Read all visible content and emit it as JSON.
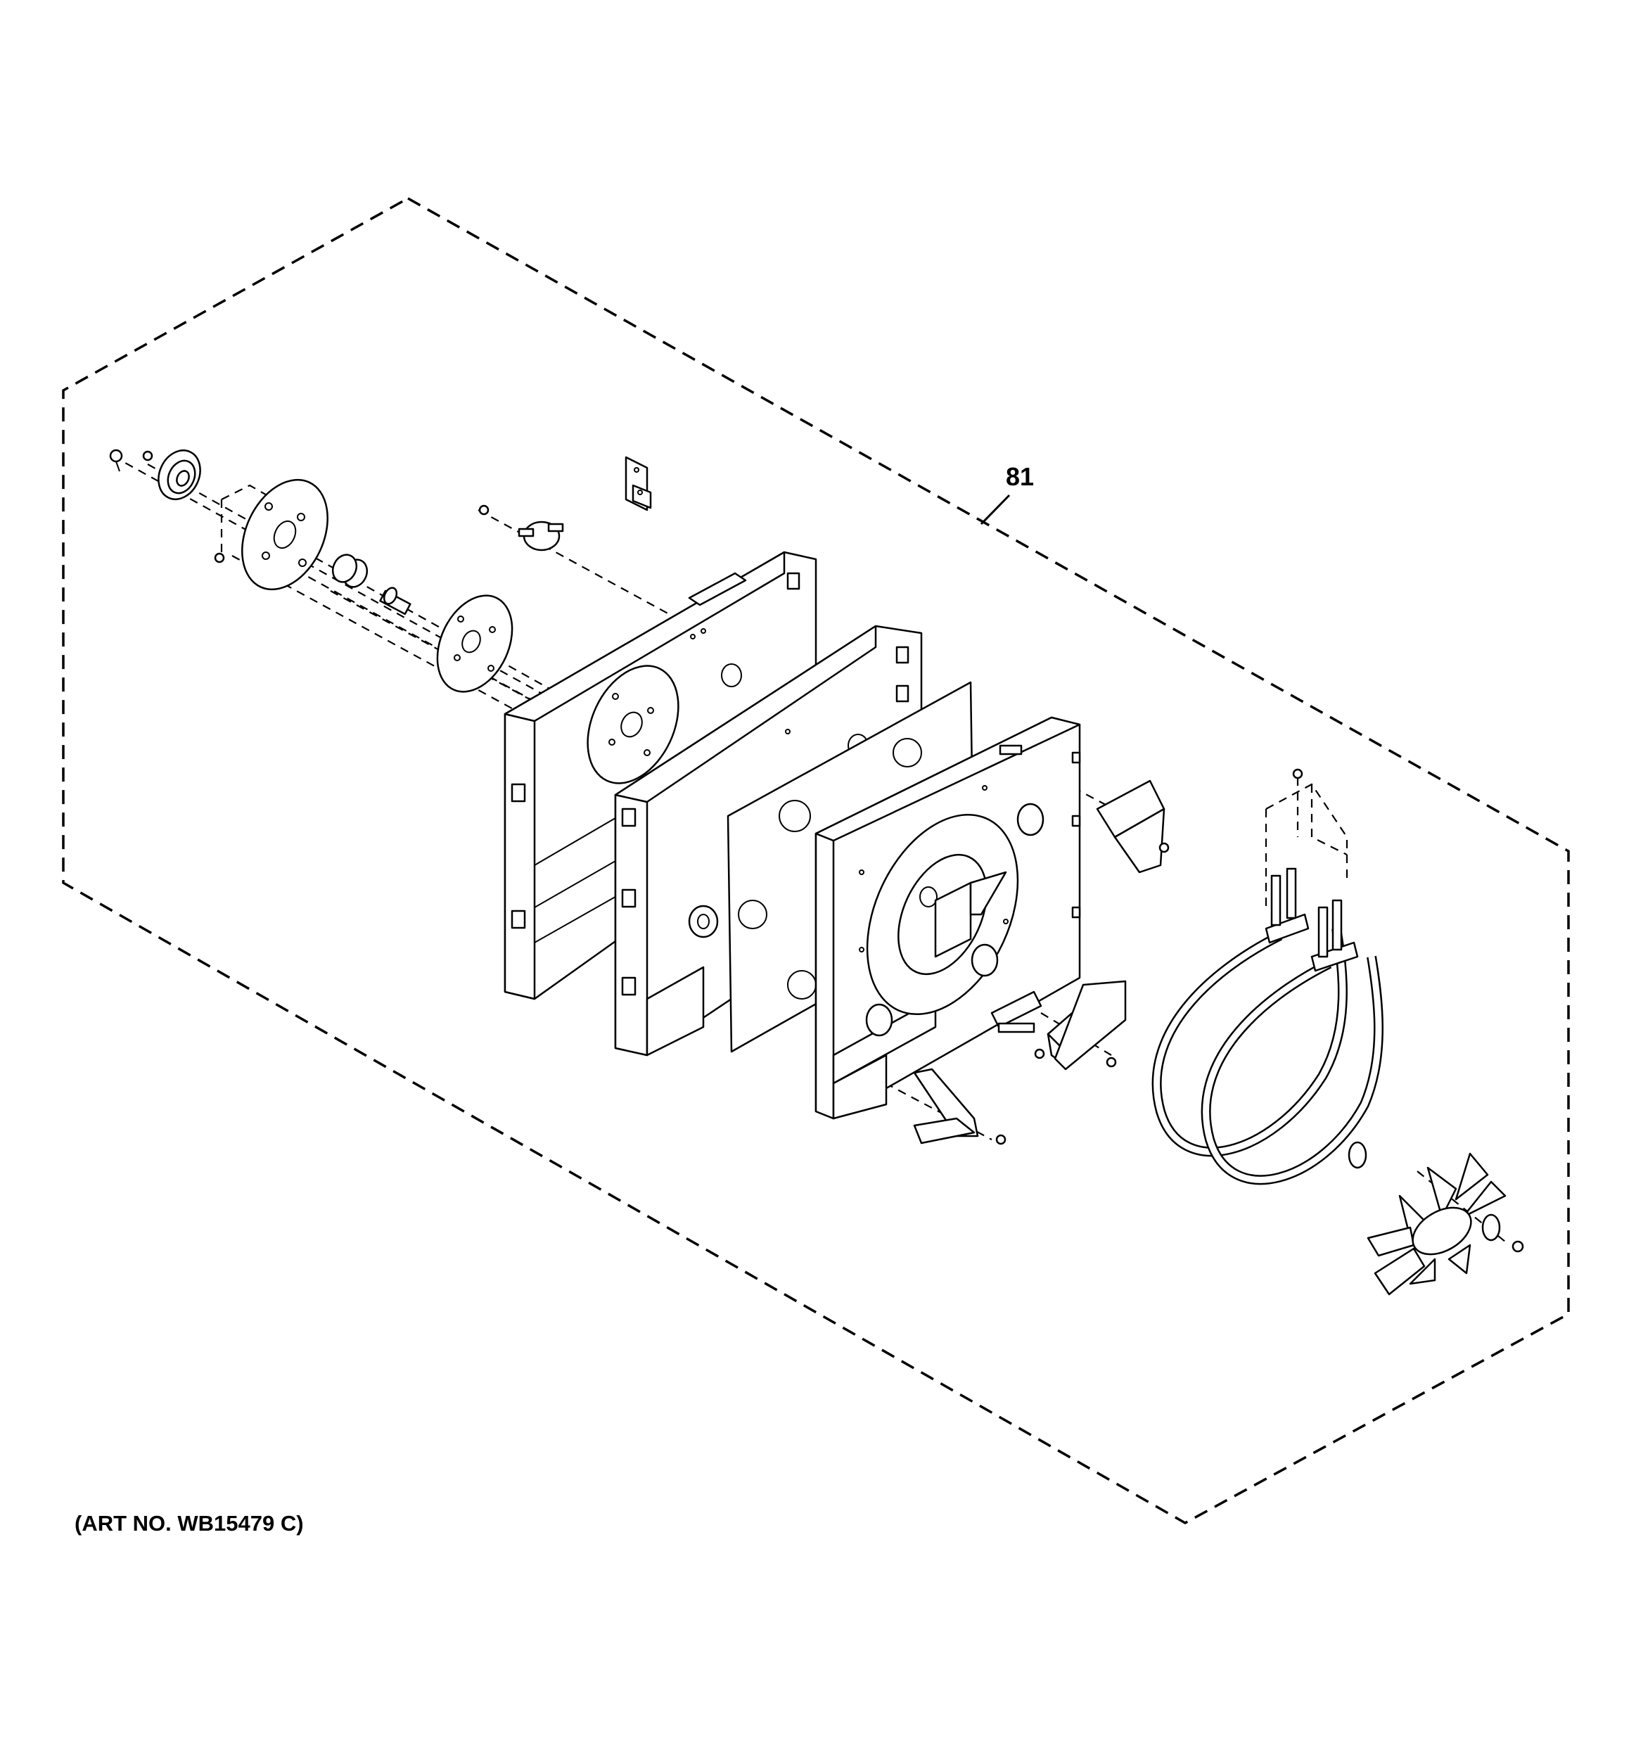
{
  "diagram": {
    "callouts": [
      {
        "id": "81",
        "label": "81"
      }
    ],
    "art_number": "(ART NO. WB15479 C)",
    "colors": {
      "line": "#000000",
      "background": "#ffffff"
    }
  }
}
